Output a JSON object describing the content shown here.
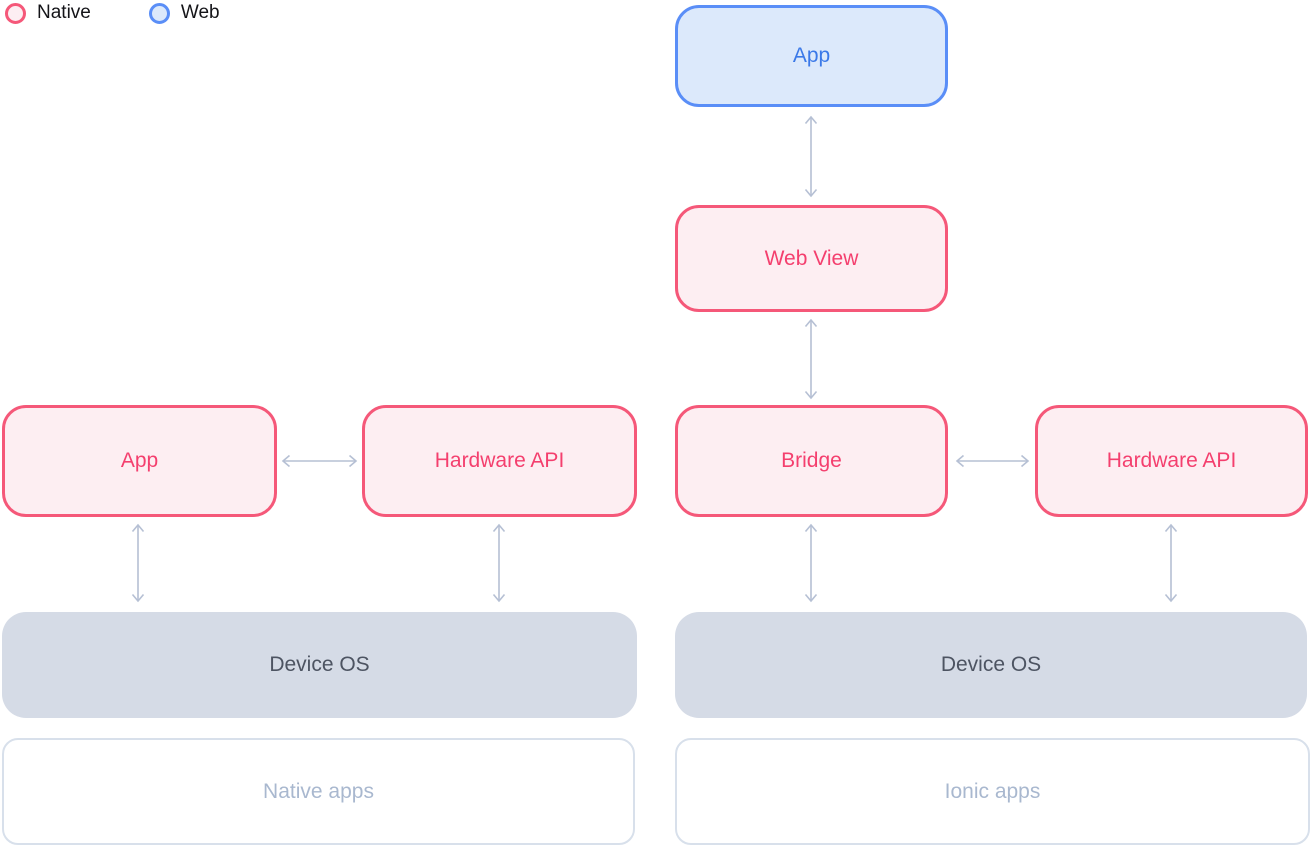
{
  "legend": {
    "items": [
      {
        "label": "Native",
        "color": "#f55879"
      },
      {
        "label": "Web",
        "color": "#5a8ef7"
      }
    ]
  },
  "diagram": {
    "native": {
      "app": "App",
      "hardware_api": "Hardware API",
      "device_os": "Device OS",
      "caption": "Native apps"
    },
    "ionic": {
      "app": "App",
      "web_view": "Web View",
      "bridge": "Bridge",
      "hardware_api": "Hardware API",
      "device_os": "Device OS",
      "caption": "Ionic apps"
    }
  },
  "colors": {
    "native-accent": "#f55879",
    "native-fill": "#fdeef2",
    "native-text": "#f43f6e",
    "web-accent": "#5a8ef7",
    "web-fill": "#dce9fb",
    "web-text": "#3b79e8",
    "arrow": "#b6c0d4",
    "os-fill": "#d5dbe6",
    "os-text": "#4d5462",
    "caption-border": "#d8e0eb",
    "caption-text": "#a9b8cf",
    "legend-text": "#141418"
  }
}
